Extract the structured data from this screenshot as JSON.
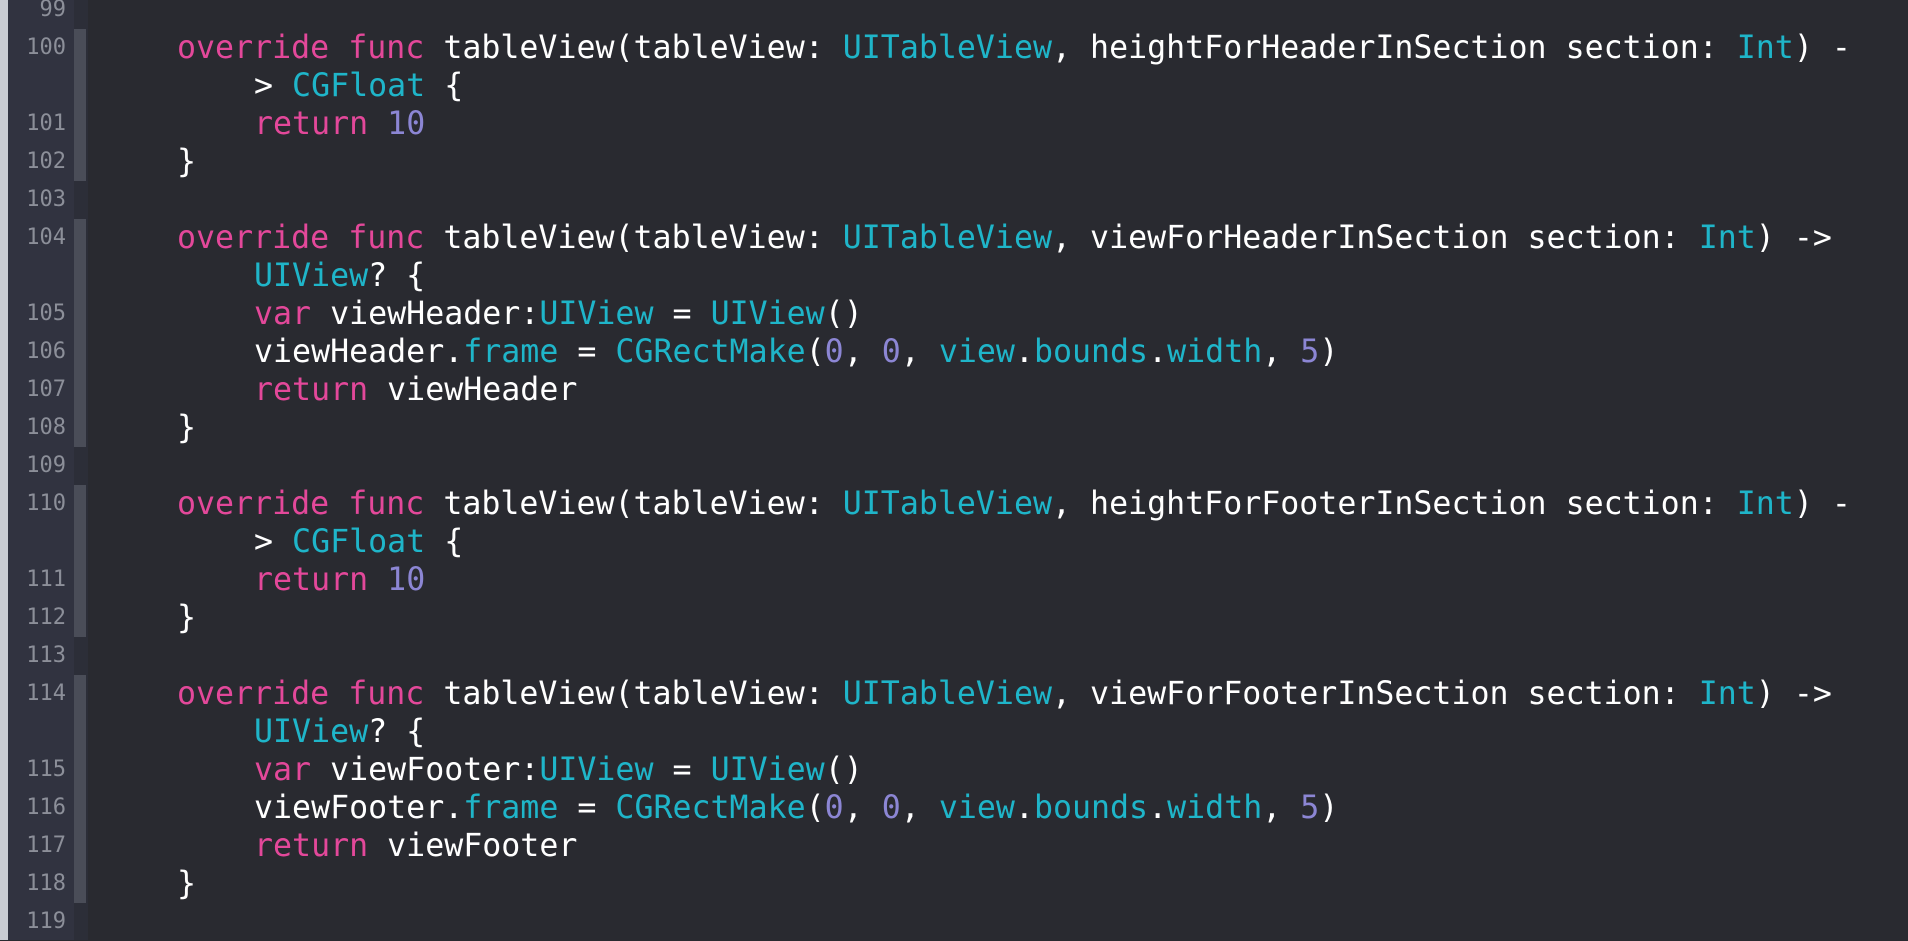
{
  "editor": {
    "background": "#292a30",
    "colors": {
      "keyword": "#e3489a",
      "type": "#1fb5c9",
      "number": "#8c86d4",
      "plain": "#ffffff",
      "line_number": "#8c8f99"
    },
    "lines": [
      {
        "ln": "99"
      },
      {
        "ln": "100",
        "t": [
          [
            "kw",
            "override"
          ],
          [
            "pl",
            " "
          ],
          [
            "kw",
            "func"
          ],
          [
            "pl",
            " tableView(tableView: "
          ],
          [
            "ty",
            "UITableView"
          ],
          [
            "pl",
            ", heightForHeaderInSection section: "
          ],
          [
            "ty",
            "Int"
          ],
          [
            "pl",
            ") -"
          ]
        ]
      },
      {
        "ln": "",
        "t": [
          [
            "pl",
            "> "
          ],
          [
            "ty",
            "CGFloat"
          ],
          [
            "pl",
            " {"
          ]
        ]
      },
      {
        "ln": "101",
        "t": [
          [
            "kw",
            "return"
          ],
          [
            "pl",
            " "
          ],
          [
            "nm",
            "10"
          ]
        ]
      },
      {
        "ln": "102",
        "t": [
          [
            "pl",
            "}"
          ]
        ]
      },
      {
        "ln": "103"
      },
      {
        "ln": "104",
        "t": [
          [
            "kw",
            "override"
          ],
          [
            "pl",
            " "
          ],
          [
            "kw",
            "func"
          ],
          [
            "pl",
            " tableView(tableView: "
          ],
          [
            "ty",
            "UITableView"
          ],
          [
            "pl",
            ", viewForHeaderInSection section: "
          ],
          [
            "ty",
            "Int"
          ],
          [
            "pl",
            ") ->"
          ]
        ]
      },
      {
        "ln": "",
        "t": [
          [
            "ty",
            "UIView"
          ],
          [
            "pl",
            "? {"
          ]
        ]
      },
      {
        "ln": "105",
        "t": [
          [
            "kw",
            "var"
          ],
          [
            "pl",
            " viewHeader:"
          ],
          [
            "ty",
            "UIView"
          ],
          [
            "pl",
            " = "
          ],
          [
            "ty",
            "UIView"
          ],
          [
            "pl",
            "()"
          ]
        ]
      },
      {
        "ln": "106",
        "t": [
          [
            "pl",
            "viewHeader."
          ],
          [
            "ty",
            "frame"
          ],
          [
            "pl",
            " = "
          ],
          [
            "ty",
            "CGRectMake"
          ],
          [
            "pl",
            "("
          ],
          [
            "nm",
            "0"
          ],
          [
            "pl",
            ", "
          ],
          [
            "nm",
            "0"
          ],
          [
            "pl",
            ", "
          ],
          [
            "ty",
            "view"
          ],
          [
            "pl",
            "."
          ],
          [
            "ty",
            "bounds"
          ],
          [
            "pl",
            "."
          ],
          [
            "ty",
            "width"
          ],
          [
            "pl",
            ", "
          ],
          [
            "nm",
            "5"
          ],
          [
            "pl",
            ")"
          ]
        ]
      },
      {
        "ln": "107",
        "t": [
          [
            "kw",
            "return"
          ],
          [
            "pl",
            " viewHeader"
          ]
        ]
      },
      {
        "ln": "108",
        "t": [
          [
            "pl",
            "}"
          ]
        ]
      },
      {
        "ln": "109"
      },
      {
        "ln": "110",
        "t": [
          [
            "kw",
            "override"
          ],
          [
            "pl",
            " "
          ],
          [
            "kw",
            "func"
          ],
          [
            "pl",
            " tableView(tableView: "
          ],
          [
            "ty",
            "UITableView"
          ],
          [
            "pl",
            ", heightForFooterInSection section: "
          ],
          [
            "ty",
            "Int"
          ],
          [
            "pl",
            ") -"
          ]
        ]
      },
      {
        "ln": "",
        "t": [
          [
            "pl",
            "> "
          ],
          [
            "ty",
            "CGFloat"
          ],
          [
            "pl",
            " {"
          ]
        ]
      },
      {
        "ln": "111",
        "t": [
          [
            "kw",
            "return"
          ],
          [
            "pl",
            " "
          ],
          [
            "nm",
            "10"
          ]
        ]
      },
      {
        "ln": "112",
        "t": [
          [
            "pl",
            "}"
          ]
        ]
      },
      {
        "ln": "113"
      },
      {
        "ln": "114",
        "t": [
          [
            "kw",
            "override"
          ],
          [
            "pl",
            " "
          ],
          [
            "kw",
            "func"
          ],
          [
            "pl",
            " tableView(tableView: "
          ],
          [
            "ty",
            "UITableView"
          ],
          [
            "pl",
            ", viewForFooterInSection section: "
          ],
          [
            "ty",
            "Int"
          ],
          [
            "pl",
            ") ->"
          ]
        ]
      },
      {
        "ln": "",
        "t": [
          [
            "ty",
            "UIView"
          ],
          [
            "pl",
            "? {"
          ]
        ]
      },
      {
        "ln": "115",
        "t": [
          [
            "kw",
            "var"
          ],
          [
            "pl",
            " viewFooter:"
          ],
          [
            "ty",
            "UIView"
          ],
          [
            "pl",
            " = "
          ],
          [
            "ty",
            "UIView"
          ],
          [
            "pl",
            "()"
          ]
        ]
      },
      {
        "ln": "116",
        "t": [
          [
            "pl",
            "viewFooter."
          ],
          [
            "ty",
            "frame"
          ],
          [
            "pl",
            " = "
          ],
          [
            "ty",
            "CGRectMake"
          ],
          [
            "pl",
            "("
          ],
          [
            "nm",
            "0"
          ],
          [
            "pl",
            ", "
          ],
          [
            "nm",
            "0"
          ],
          [
            "pl",
            ", "
          ],
          [
            "ty",
            "view"
          ],
          [
            "pl",
            "."
          ],
          [
            "ty",
            "bounds"
          ],
          [
            "pl",
            "."
          ],
          [
            "ty",
            "width"
          ],
          [
            "pl",
            ", "
          ],
          [
            "nm",
            "5"
          ],
          [
            "pl",
            ")"
          ]
        ]
      },
      {
        "ln": "117",
        "t": [
          [
            "kw",
            "return"
          ],
          [
            "pl",
            " viewFooter"
          ]
        ]
      },
      {
        "ln": "118",
        "t": [
          [
            "pl",
            "}"
          ]
        ]
      },
      {
        "ln": "119"
      }
    ]
  }
}
